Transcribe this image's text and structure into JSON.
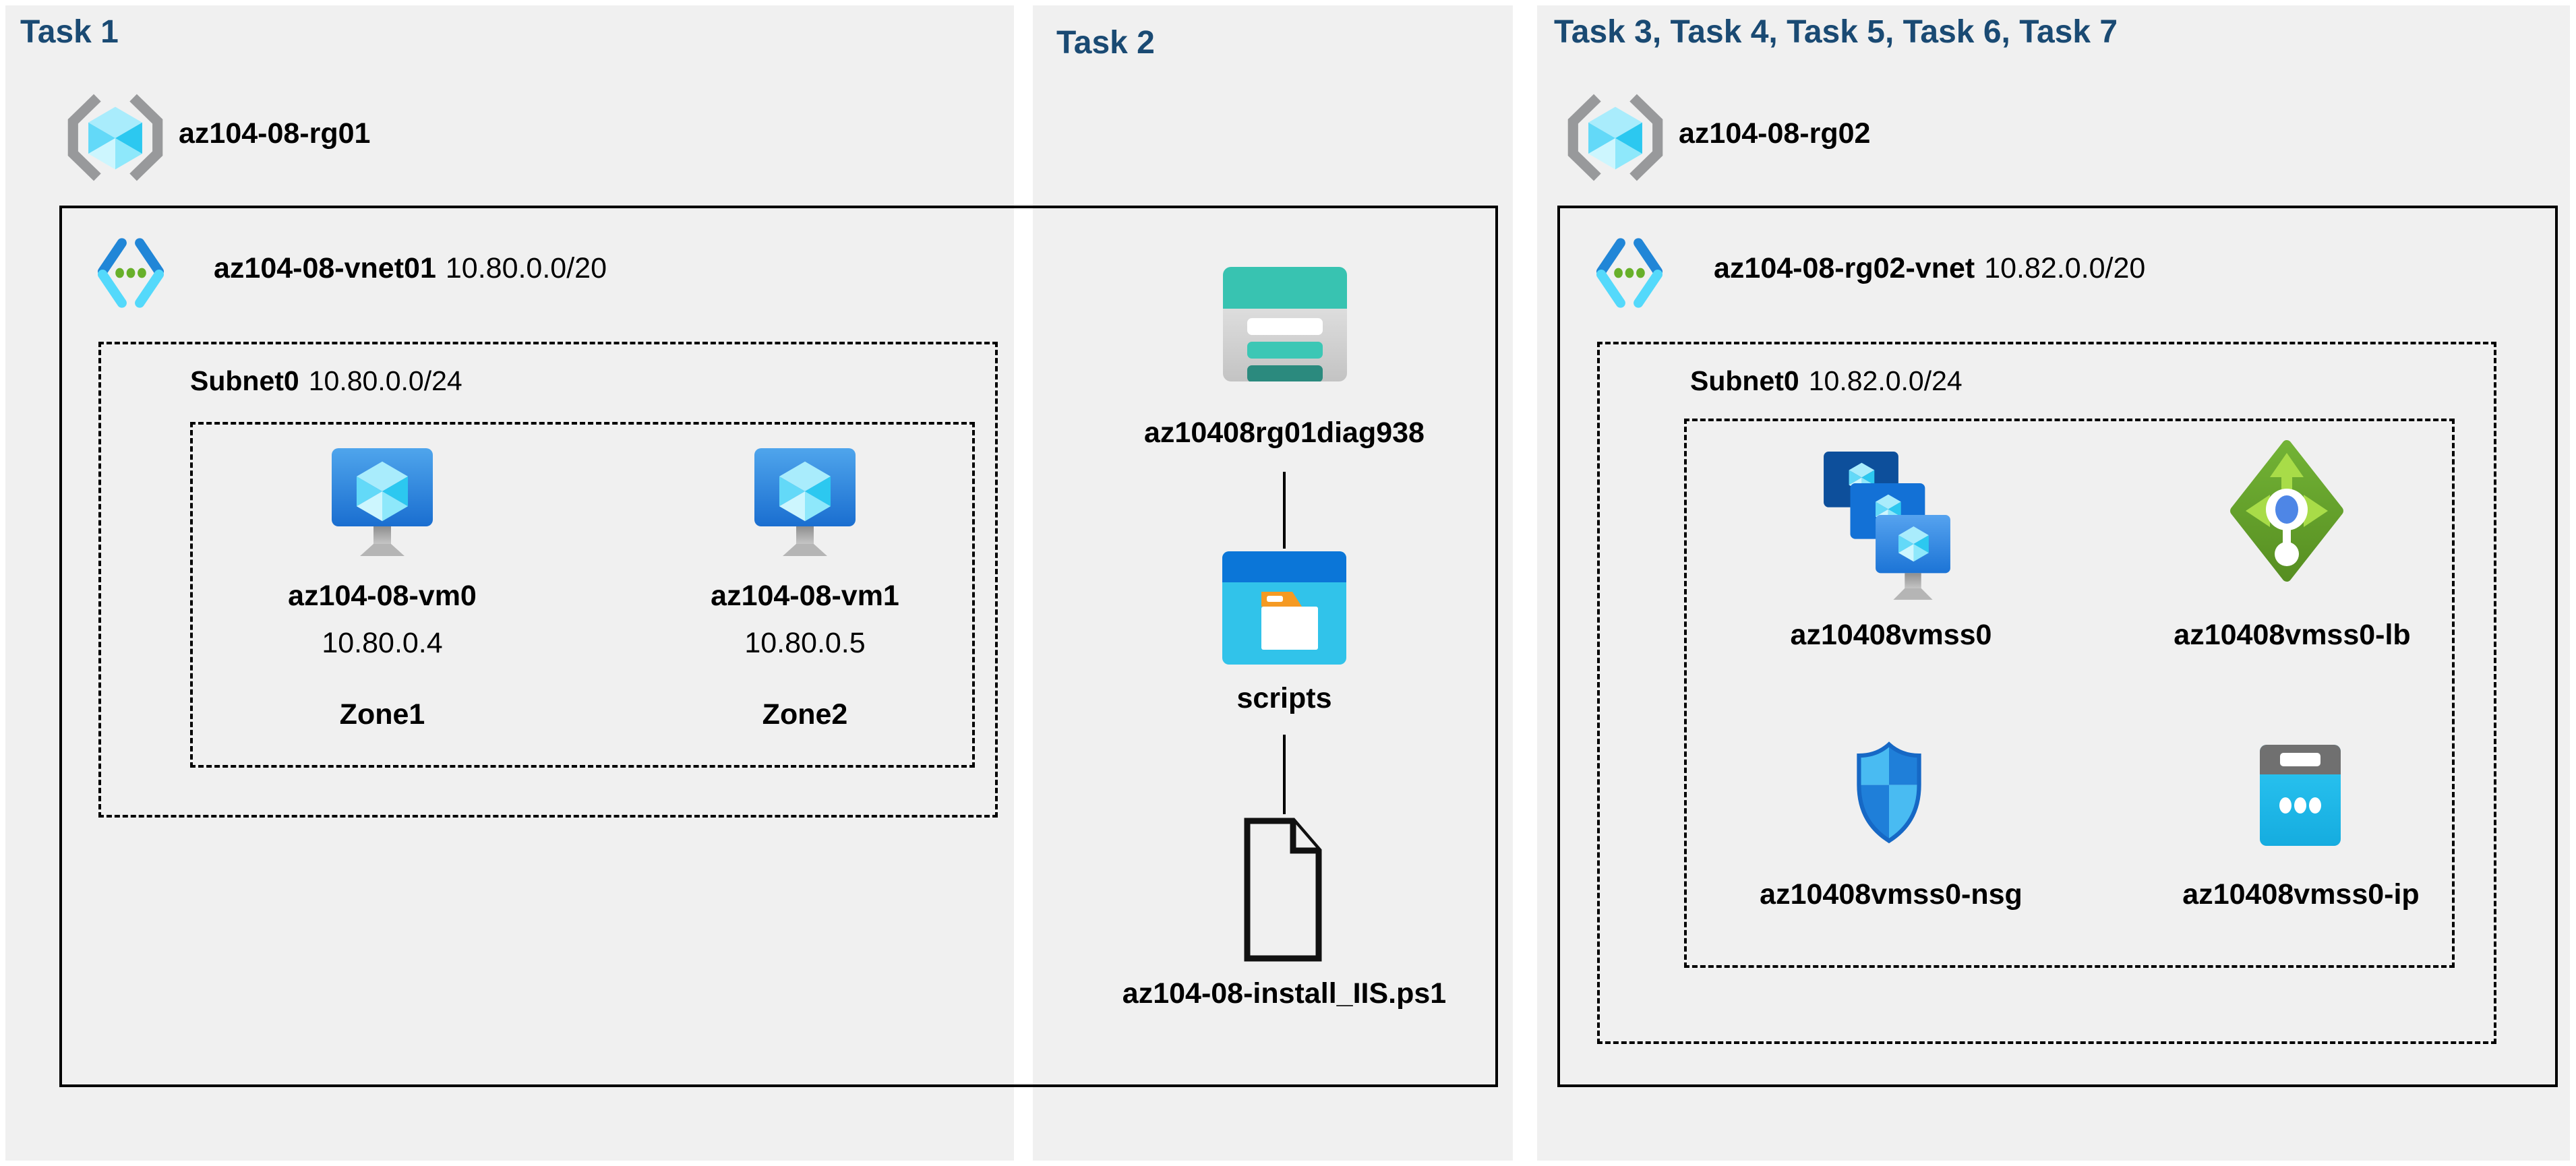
{
  "palette": {
    "heading_color": "#1a4a73",
    "panel_background": "#f0f0f0",
    "diagram_line": "#000000",
    "azure_blue": "#1b7fd4",
    "azure_cyan": "#50d8f7",
    "vnet_green_dot": "#68b02a",
    "storage_teal": "#38c3b1",
    "load_balancer_green": "#76bc2d",
    "folder_orange": "#f59a23"
  },
  "task1": {
    "heading": "Task 1",
    "resource_group": "az104-08-rg01",
    "vnet": {
      "name": "az104-08-vnet01",
      "cidr": "10.80.0.0/20"
    },
    "subnet": {
      "name": "Subnet0",
      "cidr": "10.80.0.0/24"
    },
    "vms": [
      {
        "name": "az104-08-vm0",
        "ip": "10.80.0.4",
        "zone": "Zone1"
      },
      {
        "name": "az104-08-vm1",
        "ip": "10.80.0.5",
        "zone": "Zone2"
      }
    ]
  },
  "task2": {
    "heading": "Task 2",
    "storage_account": "az10408rg01diag938",
    "container": "scripts",
    "script_file": "az104-08-install_IIS.ps1"
  },
  "task3": {
    "heading": "Task 3, Task 4, Task 5, Task 6, Task 7",
    "resource_group": "az104-08-rg02",
    "vnet": {
      "name": "az104-08-rg02-vnet",
      "cidr": "10.82.0.0/20"
    },
    "subnet": {
      "name": "Subnet0",
      "cidr": "10.82.0.0/24"
    },
    "vmss": "az10408vmss0",
    "load_balancer": "az10408vmss0-lb",
    "nsg": "az10408vmss0-nsg",
    "public_ip": "az10408vmss0-ip"
  }
}
